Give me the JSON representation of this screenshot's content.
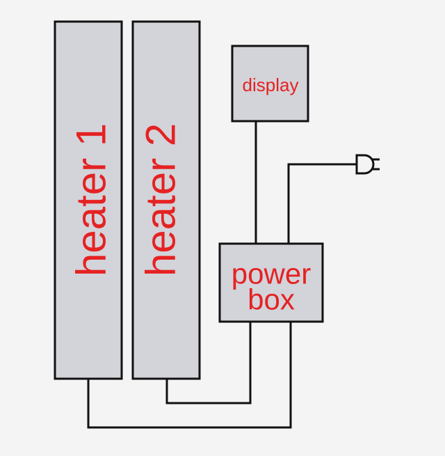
{
  "heaters": [
    {
      "label": "heater 1"
    },
    {
      "label": "heater 2"
    }
  ],
  "display": {
    "label": "display"
  },
  "power_box": {
    "line1": "power",
    "line2": "box"
  },
  "colors": {
    "background": "#f4f4f4",
    "box_fill": "#d3d3da",
    "stroke": "#111111",
    "label_text": "#e52222"
  },
  "icons": {
    "plug": "power-plug-icon"
  }
}
